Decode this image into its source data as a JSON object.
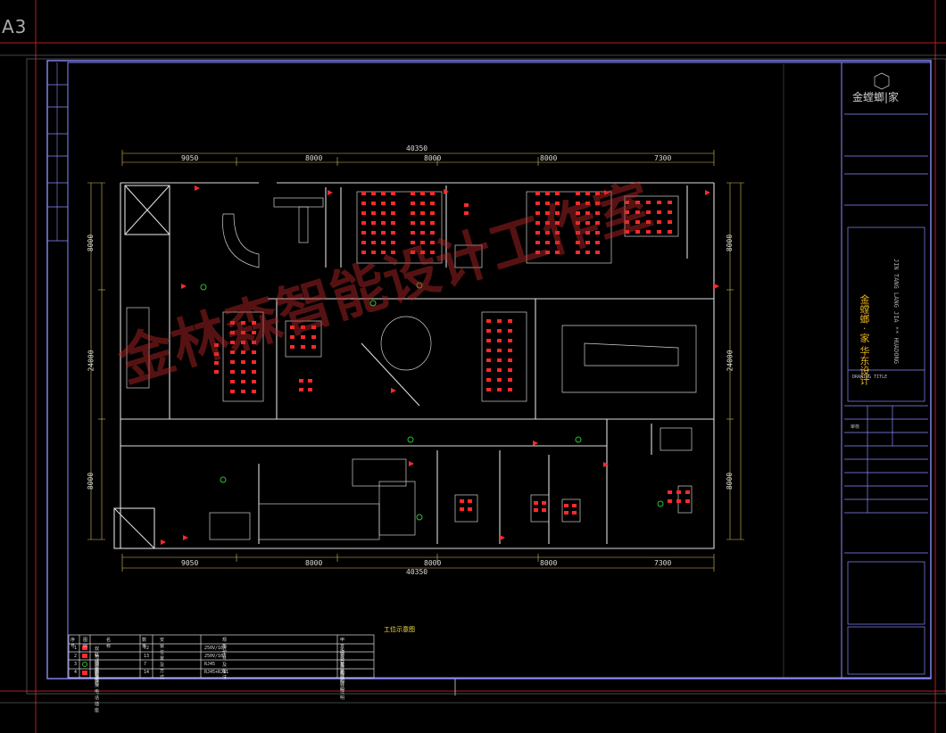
{
  "sheet": {
    "size_label": "A3"
  },
  "plan": {
    "caption": "工位示意图",
    "total_width": "40350",
    "top_segments": [
      "9050",
      "8000",
      "8000",
      "8000",
      "7300"
    ],
    "bottom_segments": [
      "9050",
      "8000",
      "8000",
      "8000",
      "7300"
    ],
    "bottom_total": "40350",
    "left_segments": [
      "8000",
      "24000",
      "8000"
    ],
    "right_segments": [
      "8000",
      "24000",
      "8000"
    ]
  },
  "watermark": "金林森智能设计工作室",
  "title_block": {
    "logo_text": "金螳螂|家",
    "project_name": "金螳螂 · 家 华东设计",
    "project_name_en": "JIN TANG LANG JIA ** HUADONG",
    "drawing_label": "DRAWING TITLE",
    "checker_label": "审核"
  },
  "legend": {
    "headers": [
      "序号",
      "图例",
      "名称",
      "数量",
      "安装位置及方式",
      "规格型号及备注",
      "甲方确认意见"
    ],
    "rows": [
      {
        "no": "1",
        "name": "双联插座面板",
        "qty": "72",
        "mount": "",
        "spec": "250V/10A",
        "note": "见另行注明"
      },
      {
        "no": "2",
        "name": "地插面板",
        "qty": "13",
        "mount": "",
        "spec": "250V/10A",
        "note": "见另行注明"
      },
      {
        "no": "3",
        "name": "网络地插",
        "qty": "7",
        "mount": "",
        "spec": "RJ45",
        "note": "见另行注明"
      },
      {
        "no": "4",
        "name": "网络及电话插座",
        "qty": "14",
        "mount": "",
        "spec": "RJ45+RJ11",
        "note": "见另行注明"
      }
    ]
  },
  "colors": {
    "border": "#8a8aff",
    "wall": "#dcdcdc",
    "furniture": "#ff2a2a",
    "dim": "#e0c060",
    "green": "#30c030"
  }
}
